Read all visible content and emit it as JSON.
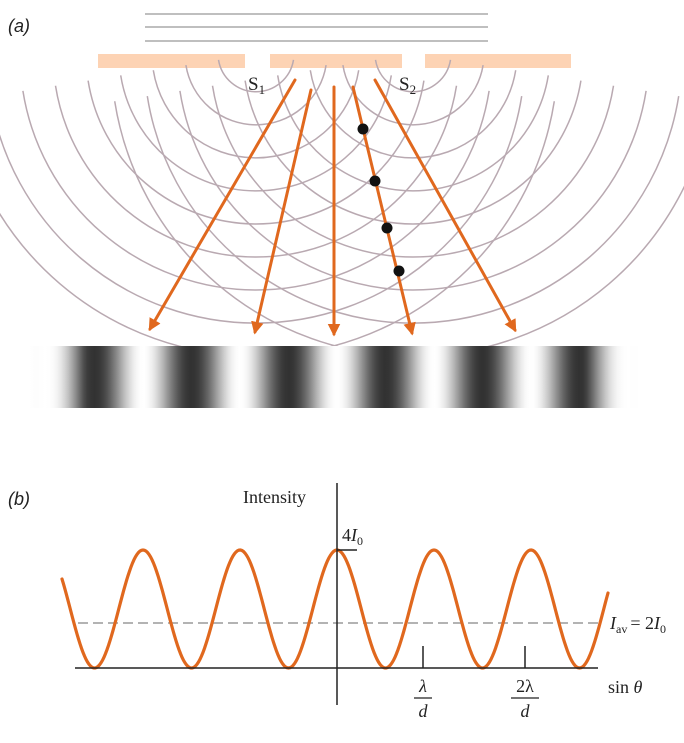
{
  "panel_a": {
    "label": "(a)",
    "slit1": {
      "name": "S",
      "sub": "1"
    },
    "slit2": {
      "name": "S",
      "sub": "2"
    }
  },
  "panel_b": {
    "label": "(b)",
    "y_axis_label": "Intensity",
    "peak_label": {
      "coef": "4",
      "var": "I",
      "sub": "0"
    },
    "avg_label": {
      "var": "I",
      "sub": "av",
      "rhs_coef": "= 2",
      "rhs_var": "I",
      "rhs_sub": "0"
    },
    "tick1": {
      "num": "λ",
      "den": "d"
    },
    "tick2": {
      "num": "2λ",
      "den": "d"
    },
    "x_axis_label": {
      "func": "sin ",
      "var": "θ"
    }
  },
  "colors": {
    "barrier": "#fdd3b4",
    "wavefront": "#b9a9b1",
    "ray": "#e0681e",
    "dot": "#111111",
    "curve": "#e0681e",
    "average": "#b3b3b3",
    "axis": "#222222"
  }
}
